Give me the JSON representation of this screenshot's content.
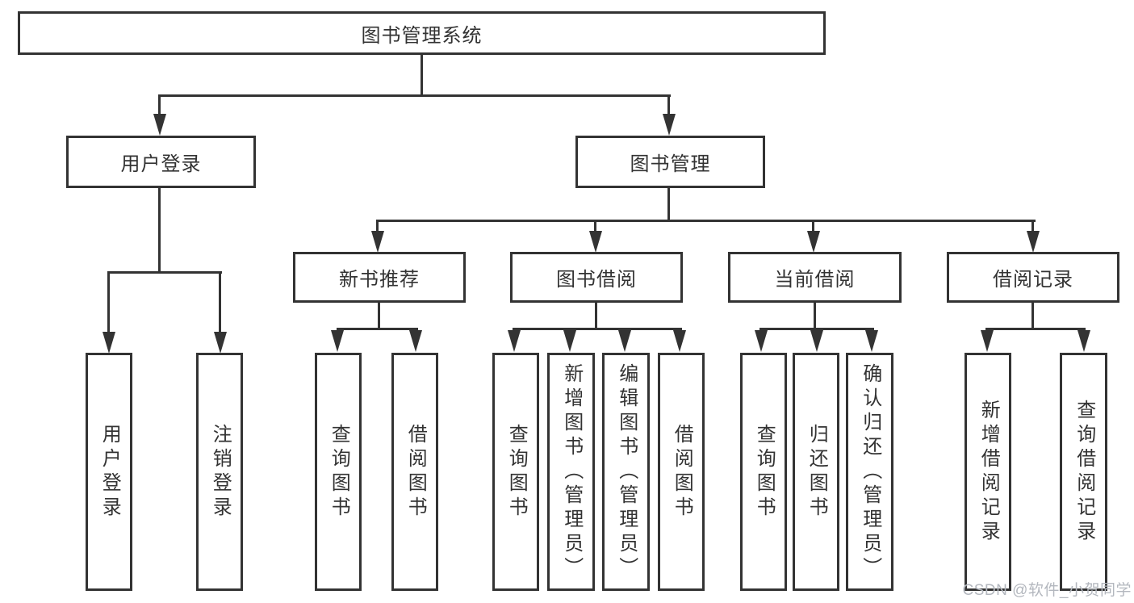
{
  "tree": {
    "title": "图书管理系统",
    "branches": [
      {
        "label": "用户登录",
        "leaves": [
          "用户登录",
          "注销登录"
        ]
      },
      {
        "label": "图书管理",
        "groups": [
          {
            "label": "新书推荐",
            "leaves": [
              "查询图书",
              "借阅图书"
            ]
          },
          {
            "label": "图书借阅",
            "leaves": [
              "查询图书",
              "新增图书（管理员）",
              "编辑图书（管理员）",
              "借阅图书"
            ]
          },
          {
            "label": "当前借阅",
            "leaves": [
              "查询图书",
              "归还图书",
              "确认归还（管理员）"
            ]
          },
          {
            "label": "借阅记录",
            "leaves": [
              "新增借阅记录",
              "查询借阅记录"
            ]
          }
        ]
      }
    ]
  },
  "watermark": "CSDN @软件_小贺同学",
  "icons": {
    "arrow_down": "css-triangle-down"
  },
  "colors": {
    "line": "#333333",
    "box_background": "#ffffff",
    "watermark": "#b3b7be",
    "background": "#ffffff"
  }
}
